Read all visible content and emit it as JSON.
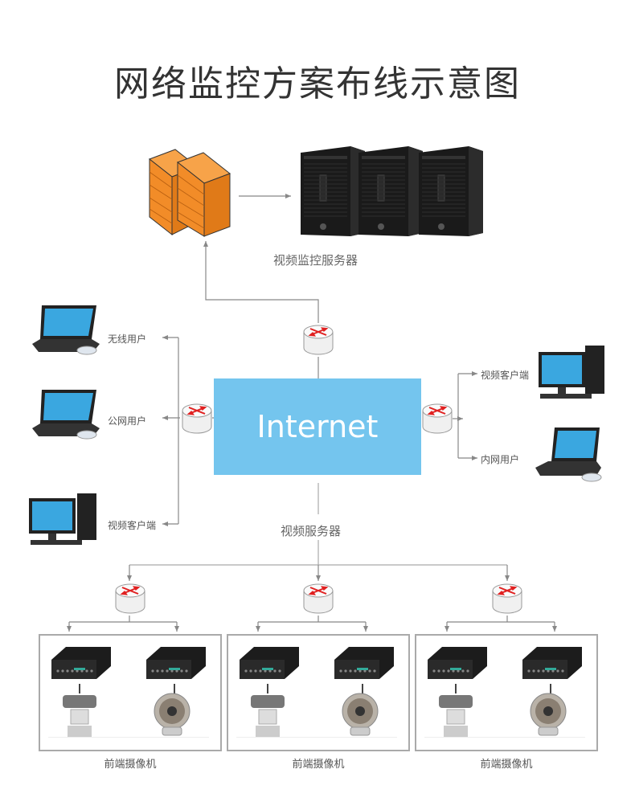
{
  "title": "网络监控方案布线示意图",
  "center": {
    "label": "Internet",
    "color": "#74c5ee"
  },
  "firewall": {
    "icon": "firewall-icon",
    "color": "#f28c28"
  },
  "servers": {
    "label": "视频监控服务器",
    "count": 3,
    "icon": "tower-server-icon"
  },
  "left_users": [
    {
      "label": "无线用户",
      "icon": "laptop-icon"
    },
    {
      "label": "公网用户",
      "icon": "laptop-icon"
    },
    {
      "label": "视频客户端",
      "icon": "desktop-pc-icon"
    }
  ],
  "right_users": [
    {
      "label": "视频客户端",
      "icon": "desktop-pc-icon"
    },
    {
      "label": "内网用户",
      "icon": "laptop-icon"
    }
  ],
  "video_server": {
    "label": "视频服务器"
  },
  "camera_groups": [
    {
      "caption": "前端摄像机",
      "devices": [
        "encoder-box-icon",
        "encoder-box-icon"
      ],
      "cameras": [
        "ptz-camera-icon",
        "ir-bullet-camera-icon"
      ]
    },
    {
      "caption": "前端摄像机",
      "devices": [
        "encoder-box-icon",
        "encoder-box-icon"
      ],
      "cameras": [
        "ptz-camera-icon",
        "ir-bullet-camera-icon"
      ]
    },
    {
      "caption": "前端摄像机",
      "devices": [
        "encoder-box-icon",
        "encoder-box-icon"
      ],
      "cameras": [
        "ptz-camera-icon",
        "ir-bullet-camera-icon"
      ]
    }
  ],
  "colors": {
    "line": "#888888",
    "router_arrow": "#e02020",
    "box_border": "#aaaaaa"
  }
}
